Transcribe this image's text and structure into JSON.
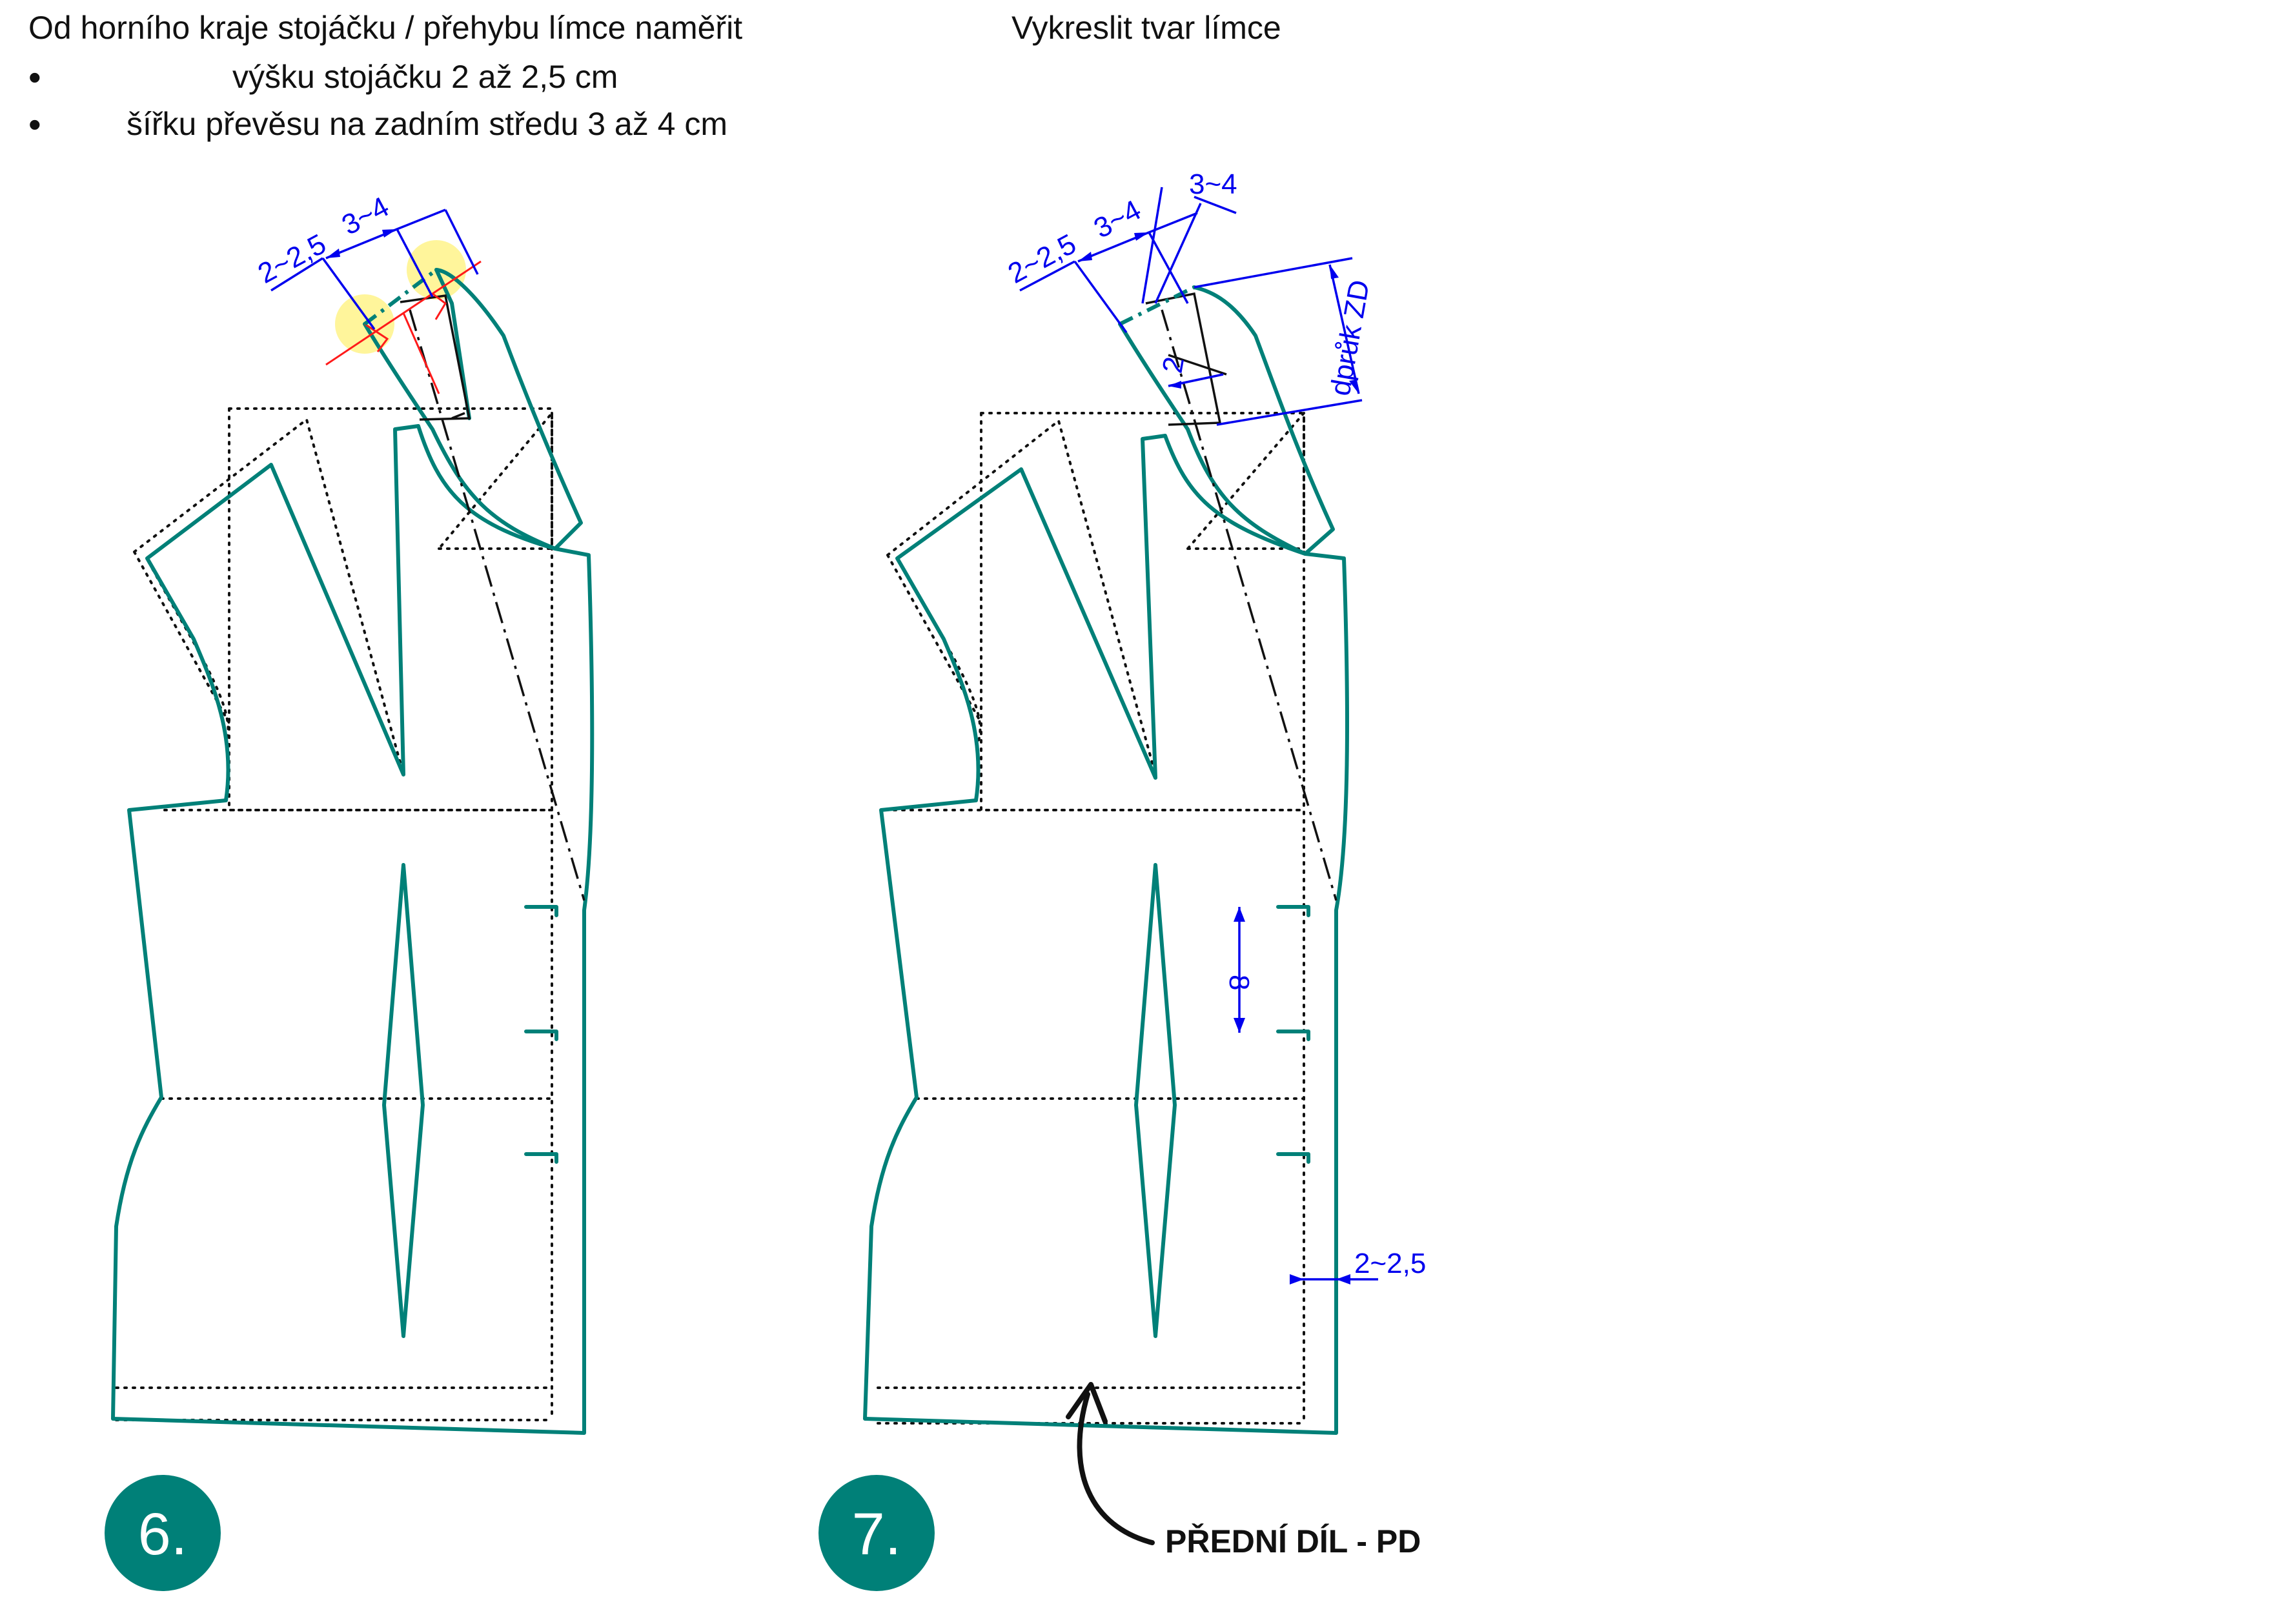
{
  "instructions": {
    "left_heading": "Od horního kraje stojáčku / přehybu límce naměřit",
    "bullet_1": "výšku stojáčku 2 až 2,5 cm",
    "bullet_2": "šířku převěsu na zadním středu 3 až 4 cm",
    "right_heading": "Vykreslit tvar límce"
  },
  "step_6": {
    "badge": "6.",
    "dim_stand_height": "2~2,5",
    "dim_fall_width": "3~4"
  },
  "step_7": {
    "badge": "7.",
    "dim_stand_height": "2~2,5",
    "dim_fall_width": "3~4",
    "dim_fall_width_top": "3~4",
    "dim_collar_offset": "2",
    "dim_back_neck": "dprůk ZD",
    "dim_button_spacing": "8",
    "dim_extension": "2~2,5",
    "piece_label": "PŘEDNÍ DÍL - PD"
  },
  "colors": {
    "pattern_line": "#008078",
    "dimension": "#0000ee",
    "construction": "#ff1a1a",
    "highlight": "#fff38a",
    "badge": "#008078"
  }
}
